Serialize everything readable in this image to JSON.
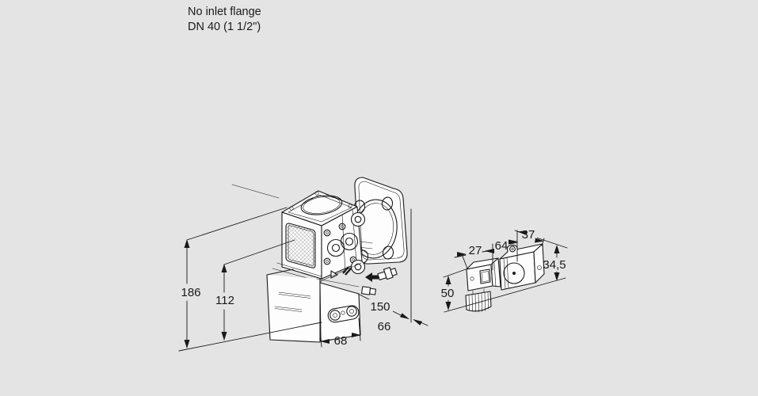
{
  "header": {
    "line1": "No inlet flange",
    "line2": "DN 40 (1 1/2\")"
  },
  "dimensions": {
    "total_height": "186",
    "actuator_height": "112",
    "body_width": "68",
    "total_depth": "150",
    "flange_depth": "66",
    "solenoid_connector_width": "27",
    "solenoid_coil_width": "64",
    "solenoid_depth": "37",
    "solenoid_coil_height": "34,5",
    "solenoid_connector_height": "50"
  },
  "colors": {
    "background": "#e4e4e4",
    "line": "#1a1a1a",
    "part_fill": "#fdfdfd"
  },
  "icons": {
    "flow_arrow": "flow-direction-arrow-icon"
  }
}
